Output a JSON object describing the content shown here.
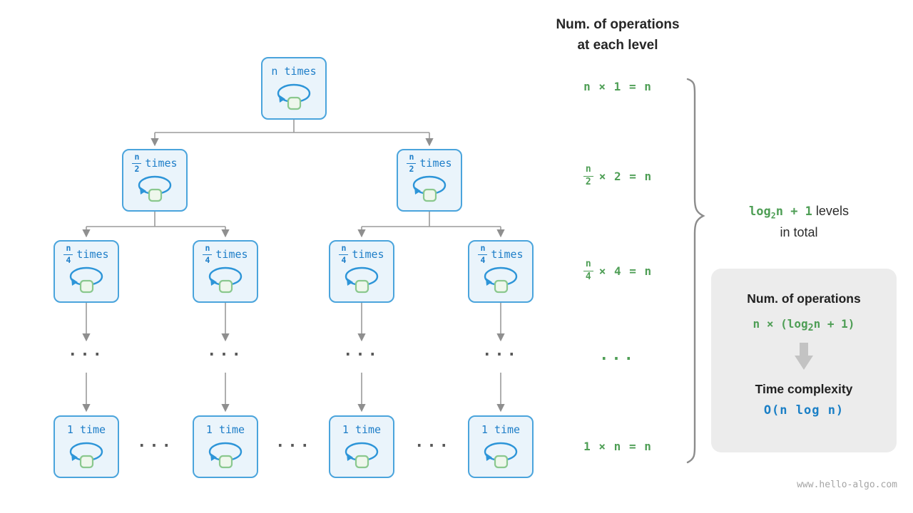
{
  "header": {
    "line1": "Num. of operations",
    "line2": "at each level"
  },
  "tree": {
    "root_label": "n times",
    "l2": {
      "num": "n",
      "den": "2",
      "suffix": "times"
    },
    "l3": {
      "num": "n",
      "den": "4",
      "suffix": "times"
    },
    "leaf_label": "1 time",
    "dots": "···"
  },
  "equations": {
    "row1": "n × 1 = n",
    "row2": {
      "num": "n",
      "den": "2",
      "rest": "× 2 = n"
    },
    "row3": {
      "num": "n",
      "den": "4",
      "rest": "× 4 = n"
    },
    "dots": "···",
    "row5": "1 × n = n"
  },
  "levels_note": {
    "pre": "log",
    "sub": "2",
    "post": "n + 1",
    "label": "levels",
    "line2": "in total"
  },
  "panel": {
    "title": "Num. of operations",
    "formula_pre": "n × (log",
    "formula_sub": "2",
    "formula_post": "n + 1)",
    "subtitle": "Time complexity",
    "complexity": "O(n log n)"
  },
  "watermark": "www.hello-algo.com",
  "icons": {
    "loop": "loop-arrow-icon",
    "down_arrow": "down-arrow-icon",
    "brace": "curly-brace"
  },
  "colors": {
    "node_border": "#4aa4dc",
    "node_fill": "#eaf4fb",
    "node_text": "#1e7ec8",
    "green_text": "#4e9e55",
    "green_square_fill": "#eef7ec",
    "green_square_border": "#8ac88e",
    "connector_gray": "#9b9b9b",
    "panel_bg": "#ececec",
    "complexity_blue": "#1a7fc6",
    "dark_text": "#262626"
  }
}
